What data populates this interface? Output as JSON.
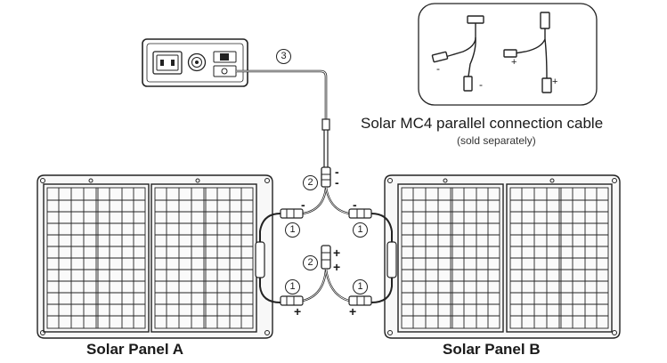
{
  "labels": {
    "panel_a": "Solar Panel A",
    "panel_b": "Solar Panel B",
    "cable_title": "Solar MC4 parallel connection cable",
    "cable_note": "(sold separately)"
  },
  "step_numbers": {
    "three": "3",
    "two_top": "2",
    "two_bottom": "2",
    "one_a_top": "1",
    "one_b_top": "1",
    "one_a_bottom": "1",
    "one_b_bottom": "1"
  },
  "polarity": {
    "minus": "-",
    "plus": "+"
  },
  "panel_grid": {
    "columns": 4,
    "rows": 6
  },
  "colors": {
    "line": "#222222",
    "cell_fill": "#f4f4f4",
    "panel_fill": "#fafafa"
  },
  "icons": [
    "power-station-icon",
    "ac-outlet-icon",
    "dc-port-icon",
    "power-switch-icon",
    "mc4-connector-icon",
    "y-branch-cable-icon",
    "solar-panel-icon"
  ]
}
